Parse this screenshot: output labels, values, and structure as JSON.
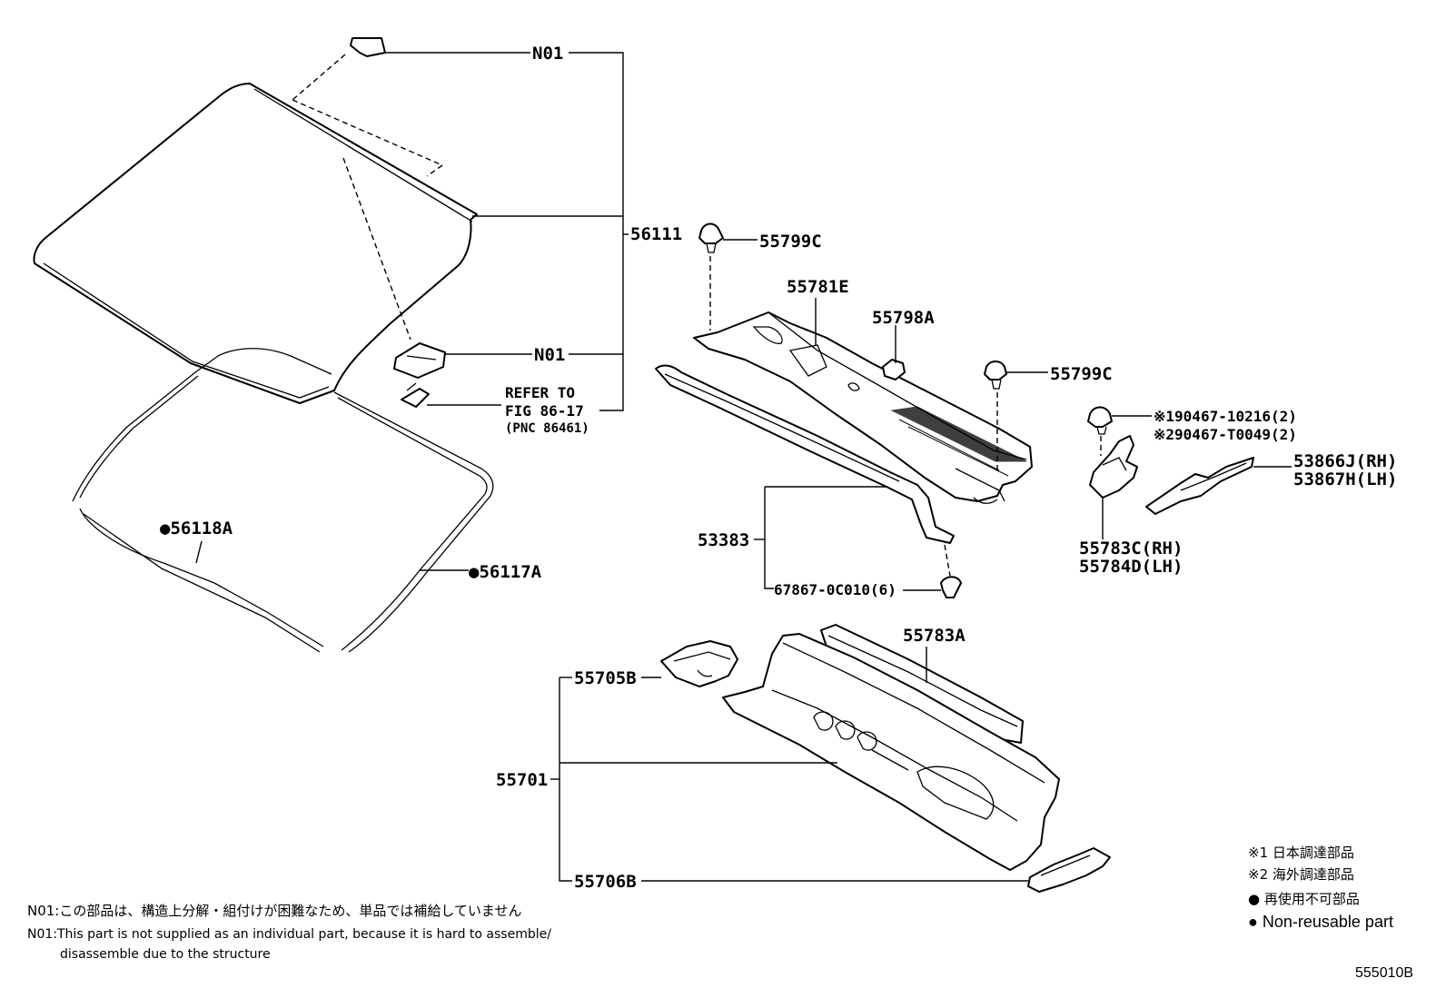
{
  "labels": {
    "n01_top": "N01",
    "p56111": "56111",
    "n01_mid": "N01",
    "refer_line1": "REFER TO",
    "refer_line2": "FIG 86-17",
    "refer_line3": "(PNC 86461)",
    "p56118A": "●56118A",
    "p56117A": "●56117A",
    "p55799C_top": "55799C",
    "p55781E": "55781E",
    "p55798A": "55798A",
    "p55799C_right": "55799C",
    "p90467_1": "※190467-10216(2)",
    "p90467_2": "※290467-T0049(2)",
    "p53866J": "53866J(RH)",
    "p53867H": "53867H(LH)",
    "p55783C": "55783C(RH)",
    "p55784D": "55784D(LH)",
    "p53383": "53383",
    "p67867": "67867-0C010(6)",
    "p55783A": "55783A",
    "p55705B": "55705B",
    "p55701": "55701",
    "p55706B": "55706B"
  },
  "notes": {
    "jp": "N01:この部品は、構造上分解・組付けが困難なため、単品では補給していません",
    "en_line1": "N01:This part is not supplied as an individual part, because it is hard to assemble/",
    "en_line2": "disassemble due to the structure"
  },
  "legend": {
    "item1": "※1 日本調達部品",
    "item2": "※2 海外調達部品",
    "item3": "● 再使用不可部品",
    "item4": "● Non-reusable part"
  },
  "diagram_code": "555010B"
}
